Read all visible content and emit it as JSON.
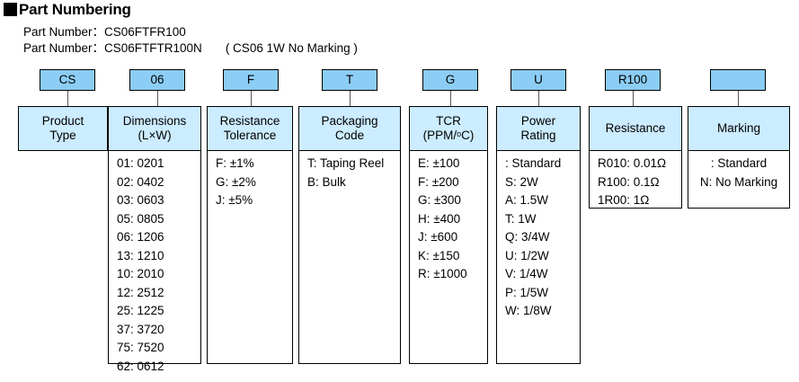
{
  "title": {
    "bullet": "black-square-bullet",
    "text": "Part Numbering"
  },
  "part_numbers": [
    {
      "label": "Part Number",
      "separator": "：",
      "value": "CS06FTFR100",
      "note": ""
    },
    {
      "label": "Part Number",
      "separator": "：",
      "value": "CS06FTFTR100N",
      "note": "( CS06 1W No Marking )"
    }
  ],
  "colors": {
    "tag_fill": "#8CCDF5",
    "header_fill": "#CCECFF",
    "border": "#000000",
    "connector": "#555555"
  },
  "columns": [
    {
      "tag": "CS",
      "header_lines": [
        "Product",
        "Type"
      ],
      "items": []
    },
    {
      "tag": "06",
      "header_lines": [
        "Dimensions",
        "(L×W)"
      ],
      "items": [
        "01: 0201",
        "02: 0402",
        "03: 0603",
        "05: 0805",
        "06: 1206",
        "13: 1210",
        "10: 2010",
        "12: 2512",
        "25: 1225",
        "37: 3720",
        "75: 7520",
        "62: 0612"
      ]
    },
    {
      "tag": "F",
      "header_lines": [
        "Resistance",
        "Tolerance"
      ],
      "items": [
        "F: ±1%",
        "G: ±2%",
        "J: ±5%"
      ]
    },
    {
      "tag": "T",
      "header_lines": [
        "Packaging",
        "Code"
      ],
      "items": [
        "T: Taping Reel",
        "B: Bulk"
      ]
    },
    {
      "tag": "G",
      "header_lines": [
        "TCR",
        "(PPM/ºC)"
      ],
      "items": [
        "E: ±100",
        "F: ±200",
        "G: ±300",
        "H: ±400",
        "J: ±600",
        "K: ±150",
        "R: ±1000"
      ]
    },
    {
      "tag": "U",
      "header_lines": [
        "Power",
        "Rating"
      ],
      "items": [
        ": Standard",
        "S: 2W",
        "A: 1.5W",
        "T: 1W",
        "Q: 3/4W",
        "U: 1/2W",
        "V: 1/4W",
        "P: 1/5W",
        "W: 1/8W"
      ]
    },
    {
      "tag": "R100",
      "header_lines": [
        "Resistance"
      ],
      "items": [
        "R010: 0.01Ω",
        "R100: 0.1Ω",
        "1R00: 1Ω"
      ]
    },
    {
      "tag": "",
      "header_lines": [
        "Marking"
      ],
      "items": [
        ": Standard",
        "N: No Marking"
      ]
    }
  ]
}
